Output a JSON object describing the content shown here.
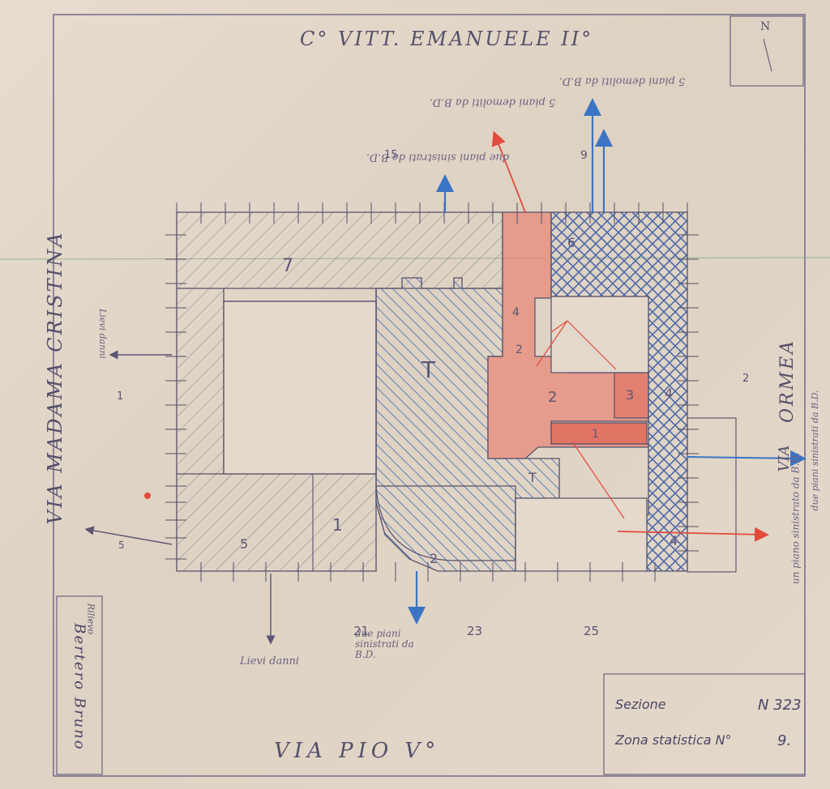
{
  "streets": {
    "top": "C° VITT. EMANUELE II°",
    "left": "VIA MADAMA CRISTINA",
    "right": "ORMEA",
    "right_via": "VIA",
    "bottom": "VIA PIO V°"
  },
  "north_label": "N",
  "info_box": {
    "section_label": "Sezione",
    "section_value": "N 323",
    "zone_label": "Zona statistica N°",
    "zone_value": "9."
  },
  "author": "Bertero Bruno",
  "author_small": "Rilievo",
  "house_numbers": [
    "1",
    "15",
    "9",
    "21",
    "23",
    "25",
    "2",
    "5"
  ],
  "block_labels": [
    "7",
    "T",
    "T",
    "1",
    "2",
    "5",
    "2",
    "2",
    "3",
    "4",
    "4",
    "4",
    "6",
    "1"
  ],
  "notes": {
    "n1": "due piani sinistrati da B.D.",
    "n2": "5 piani demoliti da B.D.",
    "n3": "5 piani demoliti da B.D.",
    "n4": "due piani sinistrati da B.D.",
    "n5": "un piano sinistrato da B.D.",
    "n6": "due piani sinistrati da B.D.",
    "n7": "Lievi danni",
    "n8": "Lievi danni"
  },
  "colors": {
    "paper": "#e4d9cb",
    "ink": "#55506a",
    "blue_damage": "#5f7fb4",
    "red_damage": "#e05444",
    "arrow_blue": "#3b74c4",
    "arrow_red": "#e24a3b"
  }
}
